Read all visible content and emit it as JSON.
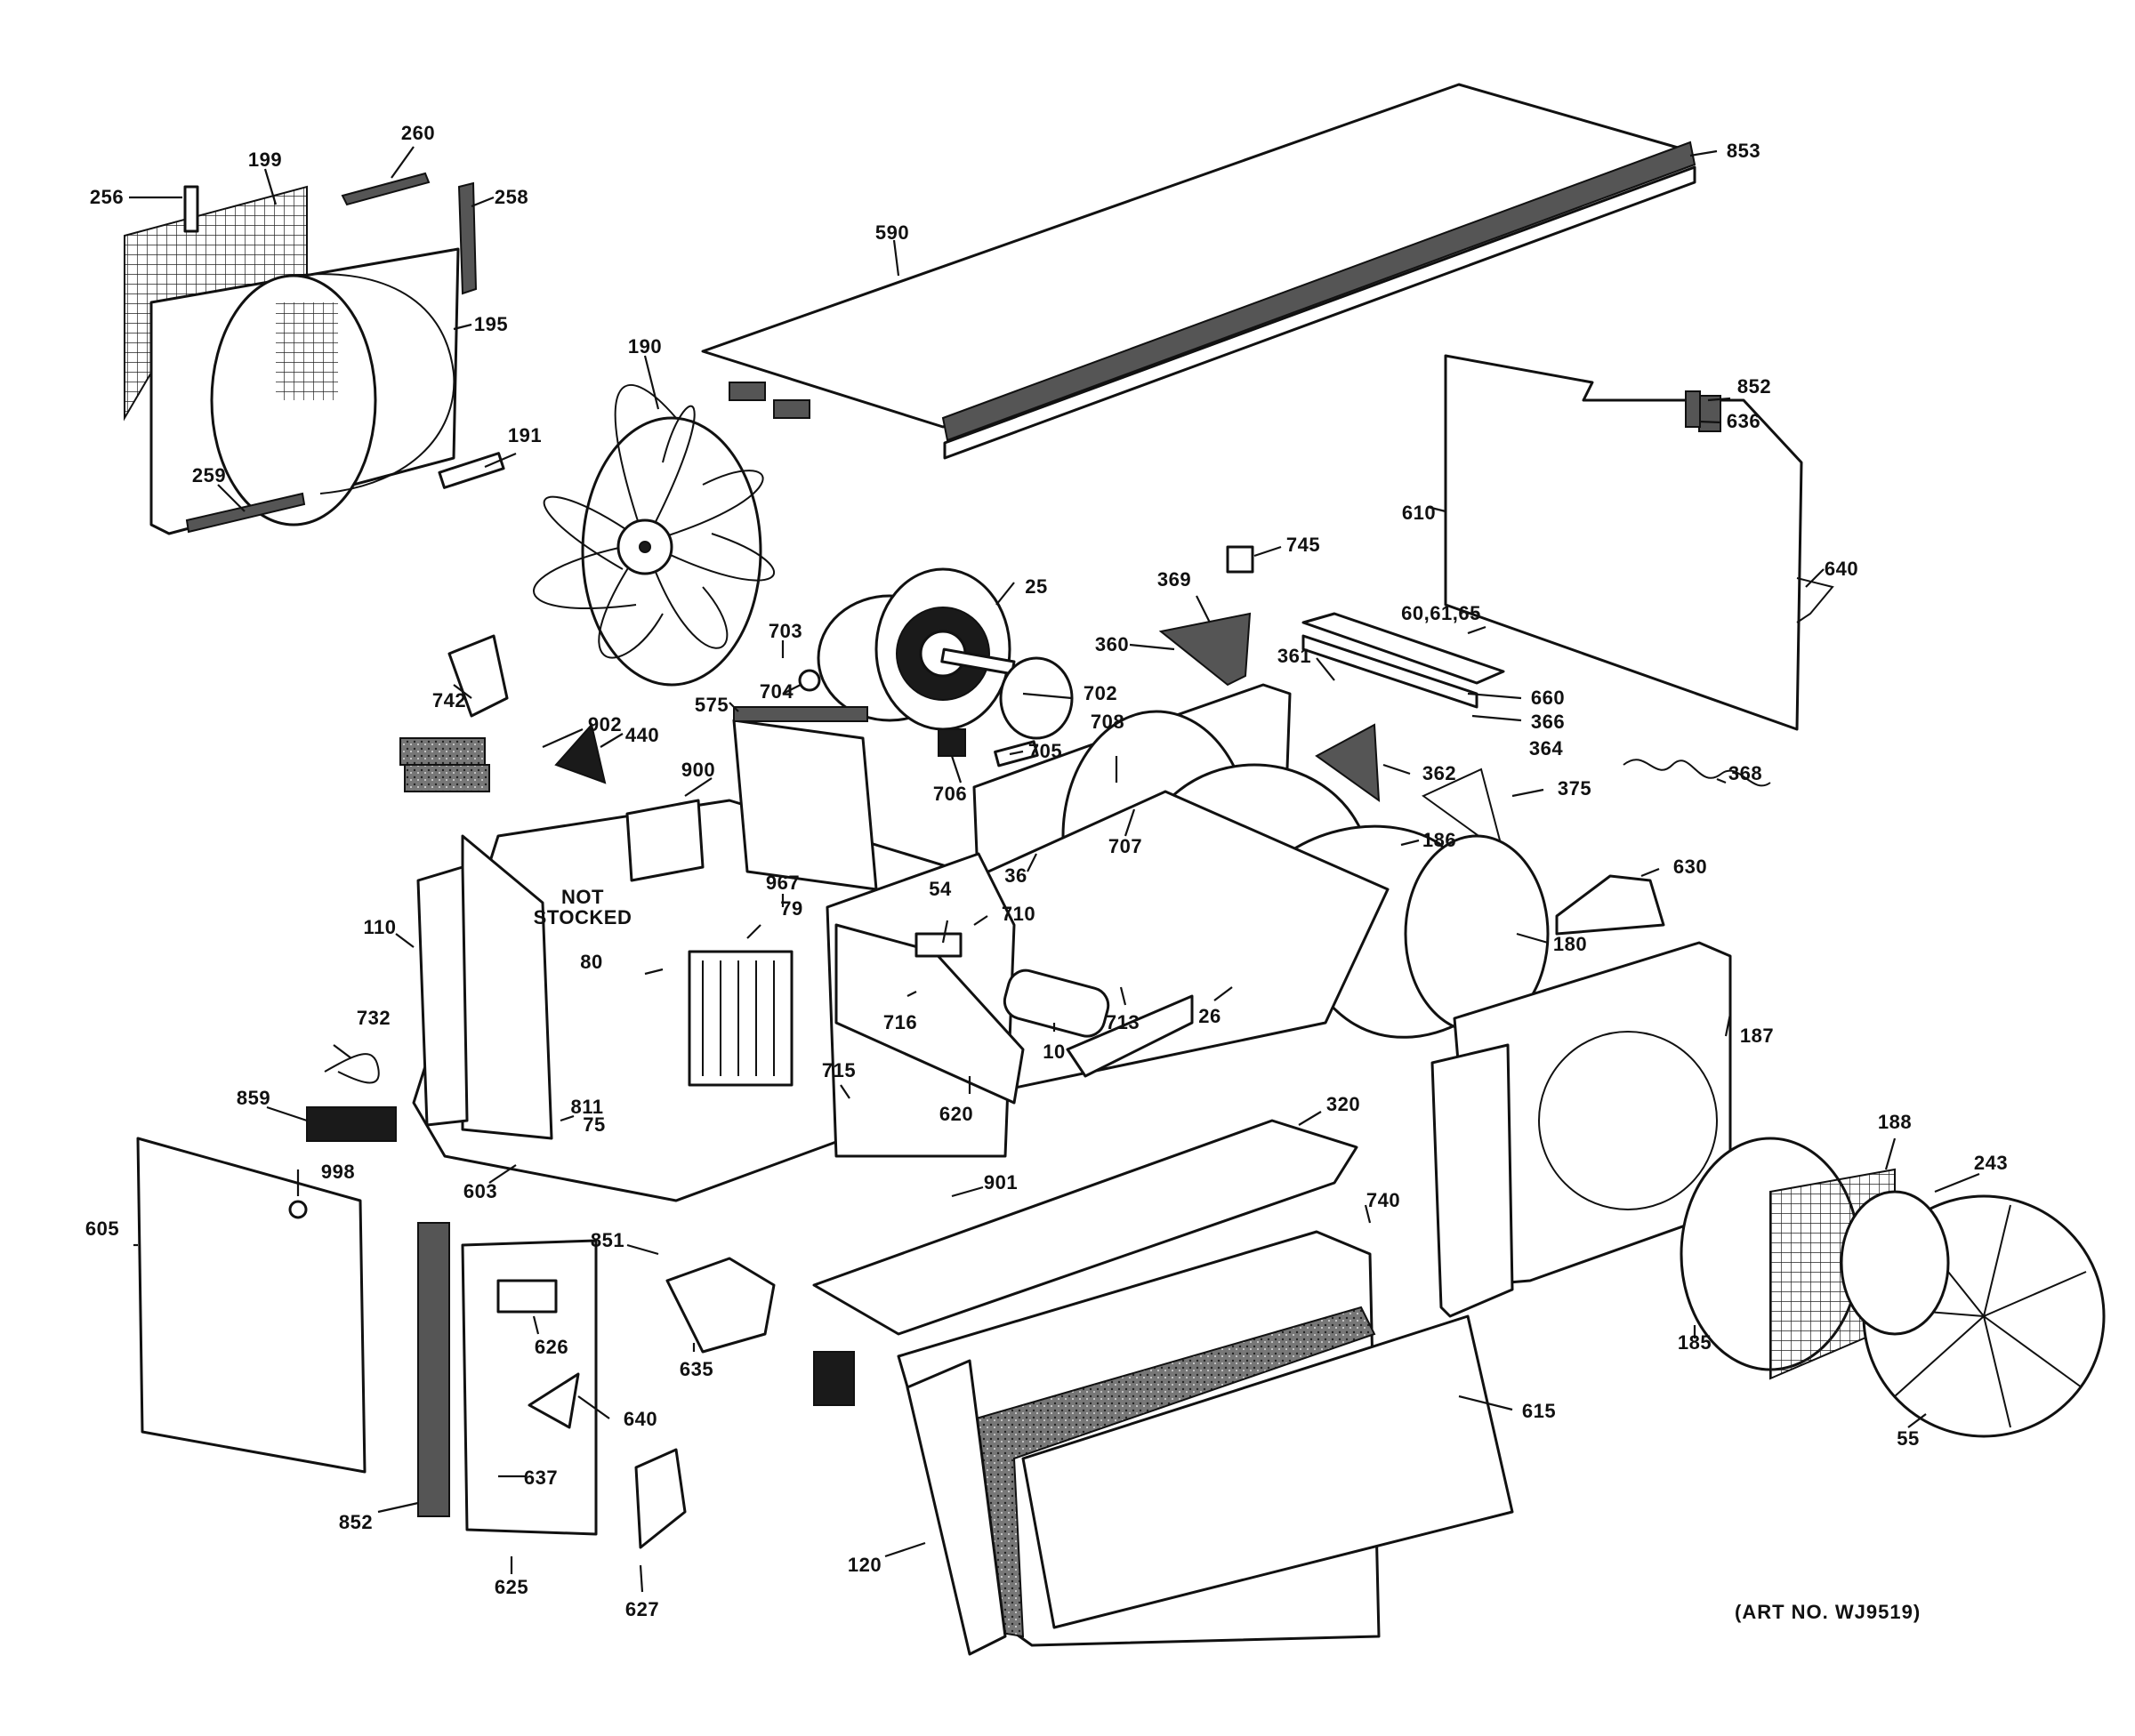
{
  "diagram": {
    "art_no": "(ART NO. WJ9519)",
    "not_stocked_line1": "NOT",
    "not_stocked_line2": "STOCKED",
    "labels": {
      "p256": "256",
      "p199": "199",
      "p260": "260",
      "p258": "258",
      "p195": "195",
      "p190": "190",
      "p191": "191",
      "p259": "259",
      "p590": "590",
      "p853": "853",
      "p852a": "852",
      "p636": "636",
      "p610": "610",
      "p640a": "640",
      "p745": "745",
      "p369": "369",
      "p360": "360",
      "p60": "60,61,65",
      "p660": "660",
      "p361": "361",
      "p366": "366",
      "p364": "364",
      "p362": "362",
      "p375": "375",
      "p368": "368",
      "p186": "186",
      "p630": "630",
      "p180": "180",
      "p25": "25",
      "p702": "702",
      "p703": "703",
      "p704": "704",
      "p706": "706",
      "p705": "705",
      "p708": "708",
      "p707": "707",
      "p36": "36",
      "p742": "742",
      "p902": "902",
      "p440": "440",
      "p575": "575",
      "p900": "900",
      "p967": "967",
      "p79": "79",
      "p110": "110",
      "p80": "80",
      "p54": "54",
      "p710": "710",
      "p716": "716",
      "p713": "713",
      "p26": "26",
      "p10": "10",
      "p732": "732",
      "p811": "811",
      "p75": "75",
      "p715": "715",
      "p620": "620",
      "p859": "859",
      "p998": "998",
      "p603": "603",
      "p320": "320",
      "p187": "187",
      "p605": "605",
      "p901": "901",
      "p740": "740",
      "p851": "851",
      "p188": "188",
      "p243": "243",
      "p626": "626",
      "p635": "635",
      "p640b": "640",
      "p615": "615",
      "p185": "185",
      "p55": "55",
      "p637": "637",
      "p852b": "852",
      "p625": "625",
      "p627": "627",
      "p120": "120"
    }
  }
}
